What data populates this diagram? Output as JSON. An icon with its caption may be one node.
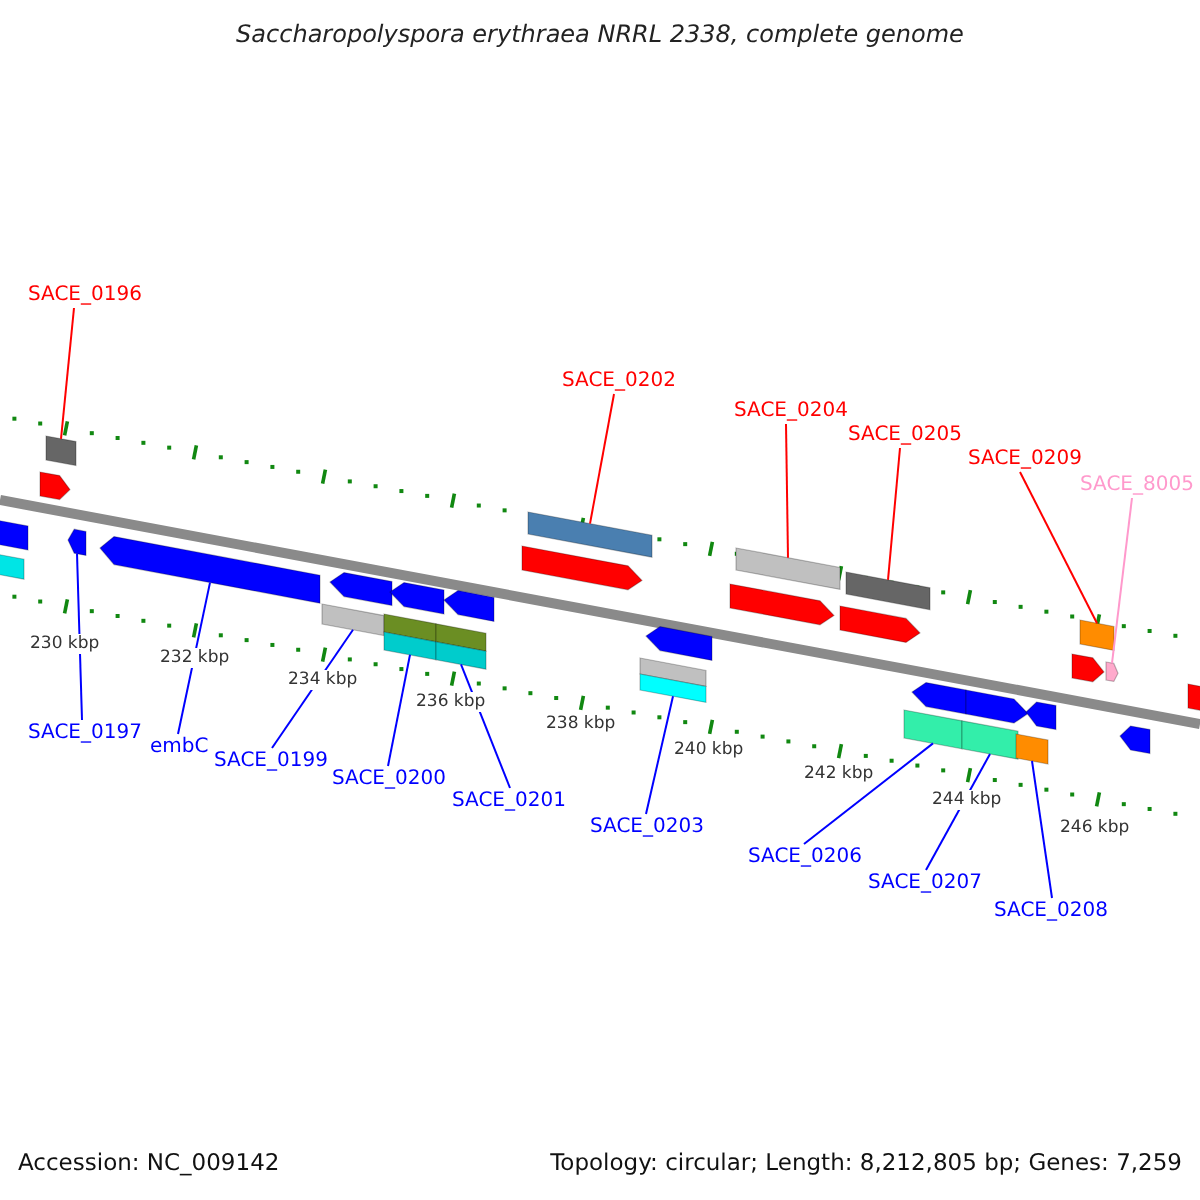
{
  "diagram": {
    "title": "Saccharopolyspora erythraea NRRL 2338, complete genome",
    "nodes": [
      {
        "text": [
          "SACE_0196"
        ]
      },
      {
        "text": [
          "SACE_0202"
        ]
      },
      {
        "text": [
          "SACE_0204"
        ]
      },
      {
        "text": [
          "SACE_0205"
        ]
      },
      {
        "text": [
          "SACE_0209"
        ]
      },
      {
        "text": [
          "SACE_8005"
        ]
      },
      {
        "text": [
          "SACE_0197"
        ]
      },
      {
        "text": [
          "embC"
        ]
      },
      {
        "text": [
          "SACE_0199"
        ]
      },
      {
        "text": [
          "SACE_0200"
        ]
      },
      {
        "text": [
          "SACE_0201"
        ]
      },
      {
        "text": [
          "SACE_0203"
        ]
      },
      {
        "text": [
          "SACE_0206"
        ]
      },
      {
        "text": [
          "SACE_0207"
        ]
      },
      {
        "text": [
          "SACE_0208"
        ]
      },
      {
        "text": [],
        "shape": "bar"
      },
      {
        "text": [],
        "shape": "arrow"
      },
      {
        "text": [],
        "shape": "arrow"
      },
      {
        "text": [],
        "shape": "bar"
      },
      {
        "text": [],
        "shape": "bar"
      },
      {
        "text": [],
        "shape": "bar"
      },
      {
        "text": [],
        "shape": "bar"
      },
      {
        "text": [],
        "shape": "bar"
      },
      {
        "text": [],
        "shape": "bar"
      },
      {
        "text": [],
        "shape": "bar"
      },
      {
        "text": [],
        "shape": "bar"
      },
      {
        "text": [],
        "shape": "bar"
      },
      {
        "text": [],
        "shape": "bar"
      },
      {
        "text": [],
        "shape": "bar"
      },
      {
        "text": [],
        "shape": "arrow"
      }
    ],
    "edges": [
      {
        "from": 0,
        "to": 15,
        "arrow": "none",
        "color": "#ff0000"
      },
      {
        "from": 1,
        "to": 21,
        "arrow": "none",
        "color": "#ff0000"
      },
      {
        "from": 2,
        "to": 23,
        "arrow": "none",
        "color": "#ff0000"
      },
      {
        "from": 3,
        "to": 24,
        "arrow": "none",
        "color": "#ff0000"
      },
      {
        "from": 4,
        "to": 28,
        "arrow": "none",
        "color": "#ff0000"
      },
      {
        "from": 5,
        "to": 29,
        "arrow": "none",
        "color": "#ff99cc"
      },
      {
        "from": 6,
        "to": 16,
        "arrow": "none"
      },
      {
        "from": 7,
        "to": 17,
        "arrow": "none"
      },
      {
        "from": 8,
        "to": 18,
        "arrow": "none"
      },
      {
        "from": 9,
        "to": 19,
        "arrow": "none"
      },
      {
        "from": 10,
        "to": 20,
        "arrow": "none"
      },
      {
        "from": 11,
        "to": 22,
        "arrow": "none"
      },
      {
        "from": 12,
        "to": 25,
        "arrow": "none"
      },
      {
        "from": 13,
        "to": 26,
        "arrow": "none"
      },
      {
        "from": 14,
        "to": 27,
        "arrow": "none"
      }
    ],
    "labels": [
      "230 kbp",
      "232 kbp",
      "234 kbp",
      "236 kbp",
      "238 kbp",
      "240 kbp",
      "242 kbp",
      "244 kbp",
      "246 kbp",
      "Accession: NC_009142",
      "Topology: circular; Length: 8,212,805 bp; Genes: 7,259"
    ]
  }
}
